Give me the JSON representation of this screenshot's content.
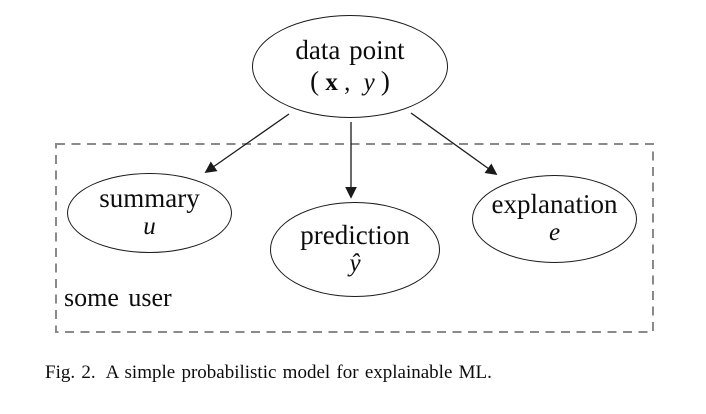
{
  "figure": {
    "nodes": {
      "data_point": {
        "label": "data point",
        "math": {
          "open": "(",
          "x": "x",
          "comma": ",",
          "y": "y",
          "close": ")"
        }
      },
      "summary": {
        "label": "summary",
        "symbol": "u"
      },
      "prediction": {
        "label": "prediction",
        "symbol": "ŷ"
      },
      "explanation": {
        "label": "explanation",
        "symbol": "e"
      }
    },
    "plate_label": "some user",
    "edges": [
      {
        "from": "data point",
        "to": "summary"
      },
      {
        "from": "data point",
        "to": "prediction"
      },
      {
        "from": "data point",
        "to": "explanation"
      }
    ],
    "colors": {
      "node_stroke": "#1a1a1a",
      "arrow": "#1a1a1a",
      "plate_border": "#8a8a8a",
      "text": "#0d0d0d",
      "background": "#ffffff"
    }
  },
  "caption": {
    "tag": "Fig. 2.",
    "text": "A simple probabilistic model for explainable ML."
  }
}
